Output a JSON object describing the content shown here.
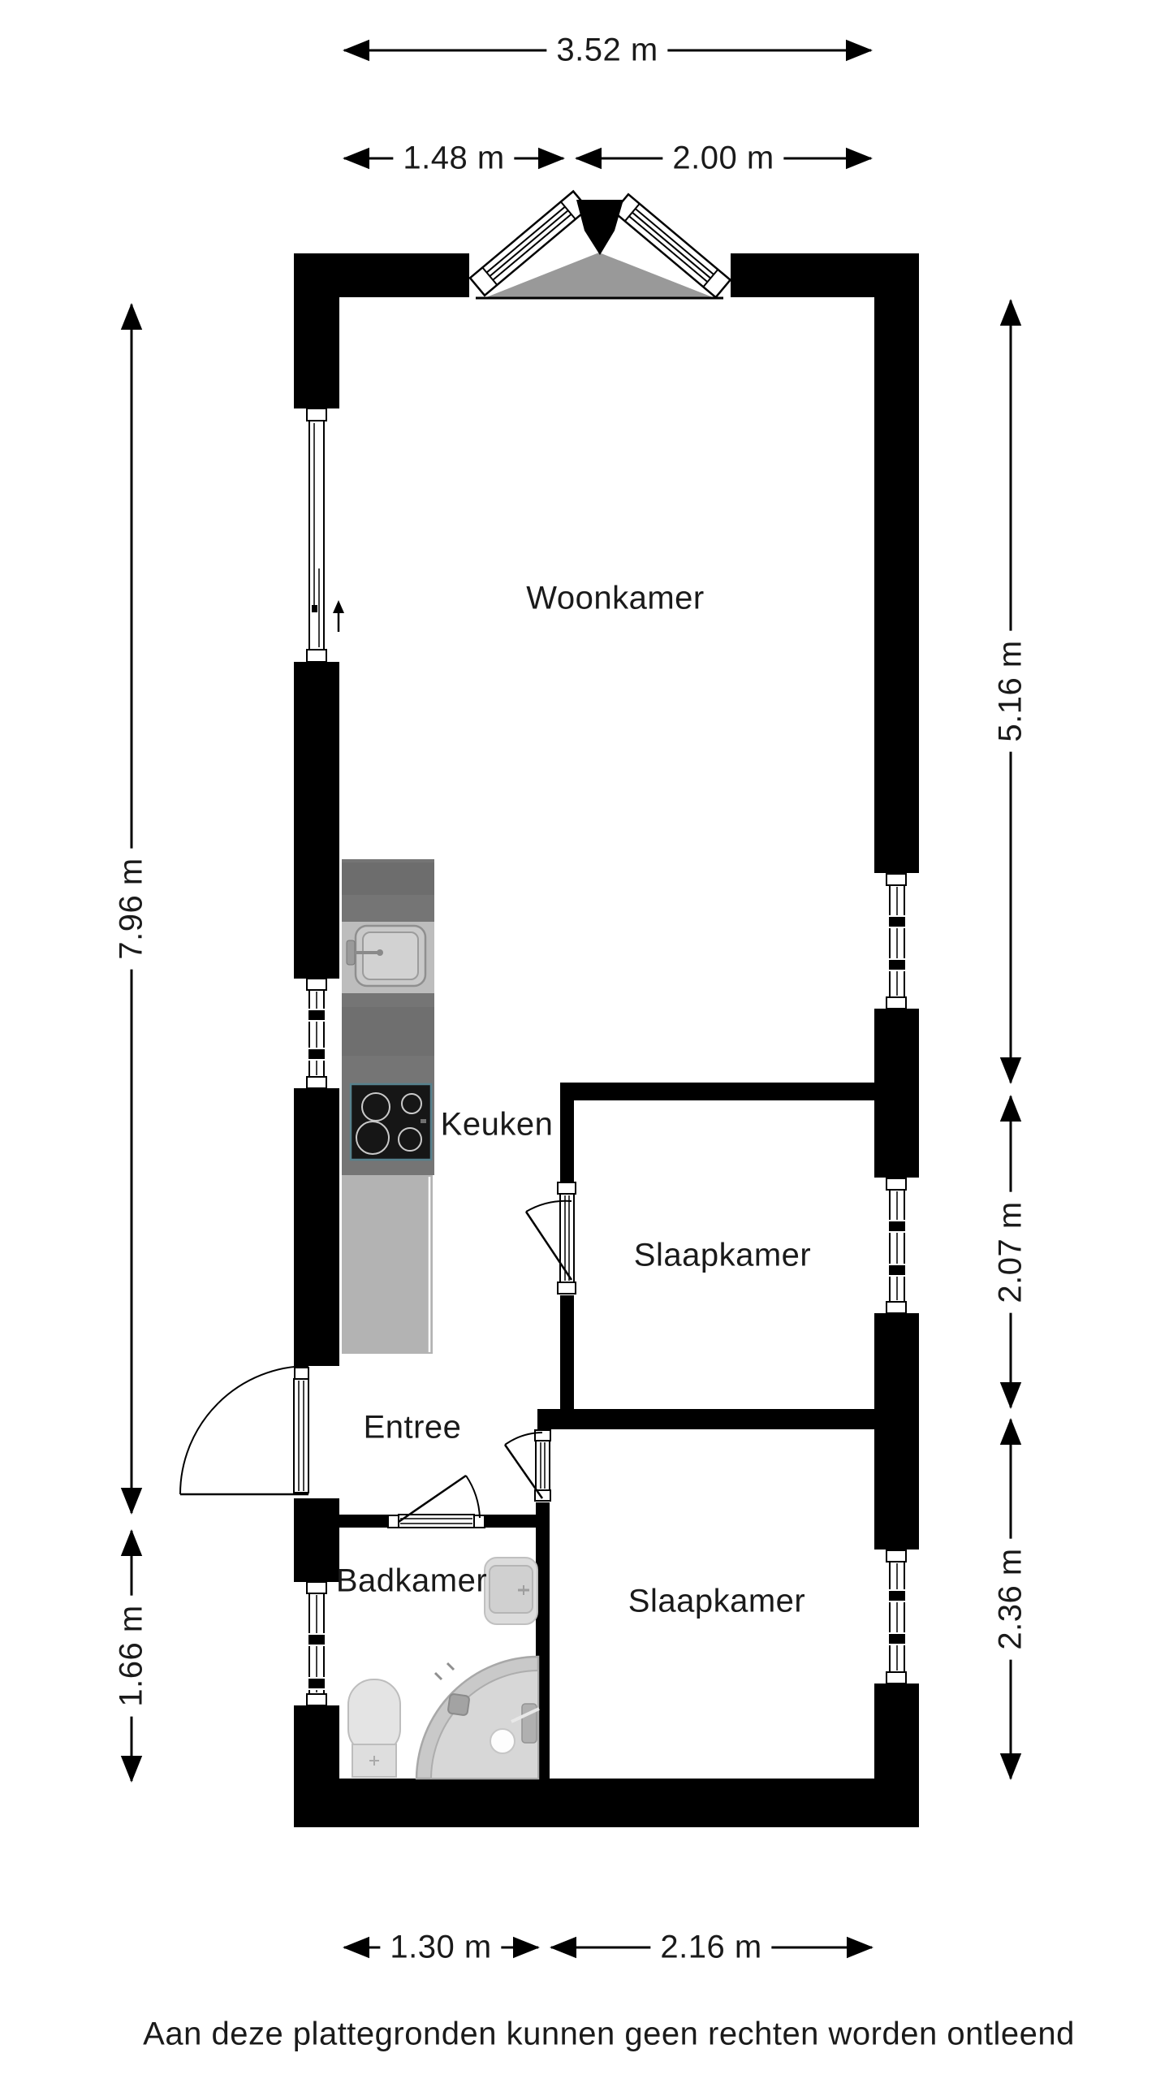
{
  "page": {
    "background": "#ffffff"
  },
  "plan": {
    "rooms": [
      {
        "id": "woonkamer",
        "label": "Woonkamer"
      },
      {
        "id": "keuken",
        "label": "Keuken"
      },
      {
        "id": "slaapkamer-1",
        "label": "Slaapkamer"
      },
      {
        "id": "entree",
        "label": "Entree"
      },
      {
        "id": "badkamer",
        "label": "Badkamer"
      },
      {
        "id": "slaapkamer-2",
        "label": "Slaapkamer"
      }
    ],
    "dimensions": {
      "top_width": "3.52 m",
      "top_left": "1.48 m",
      "top_right": "2.00 m",
      "left_main": "7.96 m",
      "left_bottom": "1.66 m",
      "right_top": "5.16 m",
      "right_middle": "2.07 m",
      "right_bottom": "2.36 m",
      "bottom_left": "1.30 m",
      "bottom_right": "2.16 m"
    },
    "fixtures": [
      "kitchen-counter",
      "sink",
      "stove",
      "washbasin",
      "toilet",
      "corner-shower"
    ],
    "icons": {
      "sliding_direction": "arrow-up-icon"
    },
    "colors": {
      "walls": "#000000",
      "bay_floor": "#999999",
      "counter": "#757575",
      "sink_section": "#bdbdbd",
      "cabinet": "#b3b3b3",
      "stove_border": "#57818d"
    }
  },
  "footer": {
    "disclaimer": "Aan deze plattegronden kunnen geen rechten worden ontleend"
  }
}
